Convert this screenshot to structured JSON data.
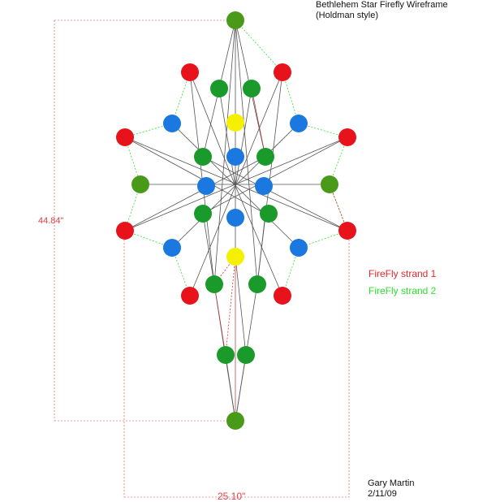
{
  "title": "Bethlehem Star Firefly Wireframe",
  "subtitle": "(Holdman style)",
  "legend": {
    "strand1": "FireFly strand 1",
    "strand2": "FireFly strand 2"
  },
  "author": "Gary Martin",
  "date": "2/11/09",
  "dimensions": {
    "height_label": "44.84\"",
    "width_label": "25.10\""
  },
  "colors": {
    "strand1": "#e8262a",
    "strand2": "#2ee02e",
    "red_node": "#e8121a",
    "green_node": "#1a9a2a",
    "olive_node": "#4a9a1a",
    "blue_node": "#1a78e0",
    "yellow_node": "#f5f000",
    "wire": "#555555",
    "dimension": "#e04040"
  }
}
